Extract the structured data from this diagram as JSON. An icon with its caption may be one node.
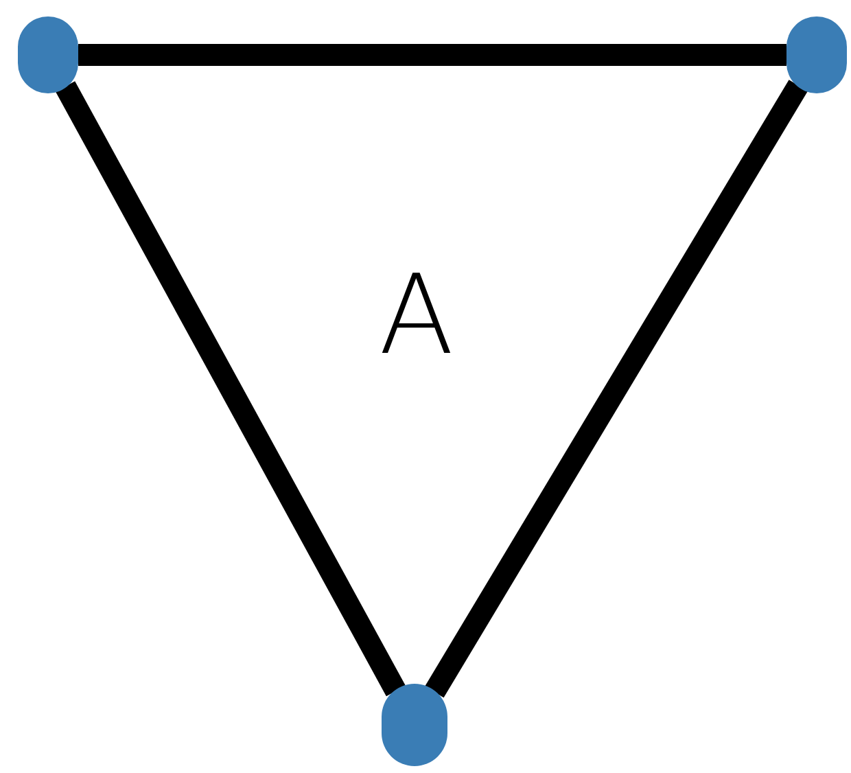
{
  "diagram": {
    "nodes": [
      {
        "text": [],
        "shape": "circle"
      },
      {
        "text": [],
        "shape": "circle"
      },
      {
        "text": [],
        "shape": "circle"
      }
    ],
    "edges": [
      {
        "from": 0,
        "to": 1,
        "arrow": "none"
      },
      {
        "from": 1,
        "to": 2,
        "arrow": "none"
      },
      {
        "from": 2,
        "to": 0,
        "arrow": "none"
      }
    ],
    "labels": [
      "A"
    ]
  }
}
